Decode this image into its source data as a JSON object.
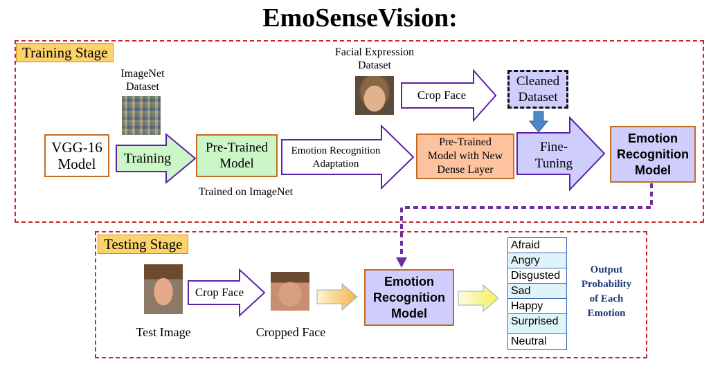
{
  "title": "EmoSenseVision:",
  "training": {
    "label": "Training Stage",
    "imagenet_caption": "ImageNet\nDataset",
    "facial_caption": "Facial Expression\nDataset",
    "vgg": "VGG-16\nModel",
    "arrow_training": "Training",
    "pretrained": "Pre-Trained\nModel",
    "trained_on": "Trained on ImageNet",
    "arrow_adaptation": "Emotion Recognition\nAdaptation",
    "new_dense": "Pre-Trained\nModel with New\nDense Layer",
    "arrow_crop": "Crop Face",
    "cleaned": "Cleaned\nDataset",
    "arrow_finetune": "Fine-\nTuning",
    "erm": "Emotion\nRecognition\nModel"
  },
  "testing": {
    "label": "Testing Stage",
    "test_image": "Test Image",
    "arrow_crop": "Crop Face",
    "cropped": "Cropped Face",
    "erm": "Emotion\nRecognition\nModel",
    "emotions": [
      "Afraid",
      "Angry",
      "Disgusted",
      "Sad",
      "Happy",
      "Surprised",
      "Neutral"
    ],
    "output": "Output\nProbability\nof Each\nEmotion"
  },
  "colors": {
    "stage_border": "#c8242a",
    "stage_label": "#fcd26a",
    "orange_border": "#c56a1e",
    "green_fill": "#ccf5c8",
    "lavender_fill": "#cfcdfb",
    "peach_fill": "#fcc39e",
    "blue_arrow": "#4f86c6",
    "dashed_purple": "#6a2fa0",
    "navy_text": "#1f3a7a"
  }
}
